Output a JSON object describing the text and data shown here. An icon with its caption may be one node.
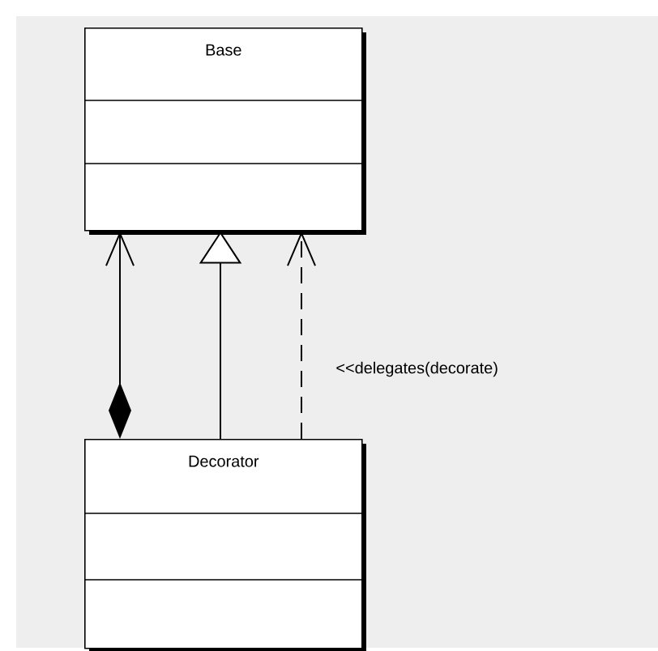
{
  "diagram": {
    "nodes": [
      {
        "text": [
          "Base"
        ]
      },
      {
        "text": [
          "Decorator"
        ]
      }
    ],
    "edges": [
      {
        "from": 1,
        "to": 0,
        "arrow": "to"
      },
      {
        "from": 1,
        "to": 0,
        "arrow": "to"
      },
      {
        "from": 1,
        "to": 0,
        "arrow": "to",
        "style": "dashed",
        "label": "<<delegates(decorate)"
      }
    ]
  }
}
